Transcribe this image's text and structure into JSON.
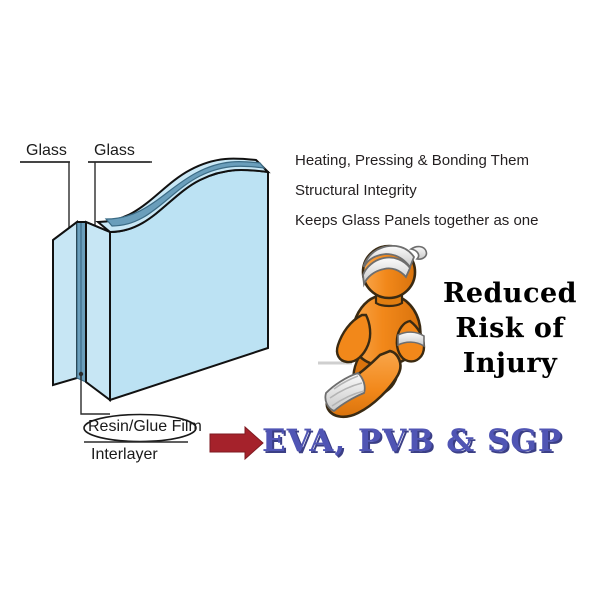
{
  "diagram": {
    "title": "laminated-glass-cross-section",
    "labels": {
      "glass_outer": "Glass",
      "glass_inner": "Glass",
      "resin_film": "Resin/Glue Film",
      "interlayer": "Interlayer"
    },
    "colors": {
      "glass_fill": "#bce2f3",
      "glass_side_fill": "#c3e5f4",
      "interlayer_fill": "#6a9ebb",
      "interlayer_dark": "#4f7f9c",
      "outline": "#111111"
    }
  },
  "info": {
    "lines": [
      "Heating, Pressing & Bonding Them",
      "Structural Integrity",
      "Keeps Glass Panels together as one"
    ]
  },
  "headline": {
    "line1": "Reduced",
    "line2": "Risk of",
    "line3": "Injury",
    "color": "#000000"
  },
  "callout": {
    "arrow_color": "#a5222b",
    "text": "EVA, PVB & SGP",
    "text_color": "#5055b4",
    "shadow_color": "#3b3f86"
  },
  "figure": {
    "name": "injured-orange-person",
    "body_color": "#f2881a",
    "body_shade": "#d9730d",
    "body_light": "#f9a64b",
    "bandage_color": "#ededed",
    "bandage_shade": "#c9c9c9",
    "outline": "#3a2a12"
  }
}
